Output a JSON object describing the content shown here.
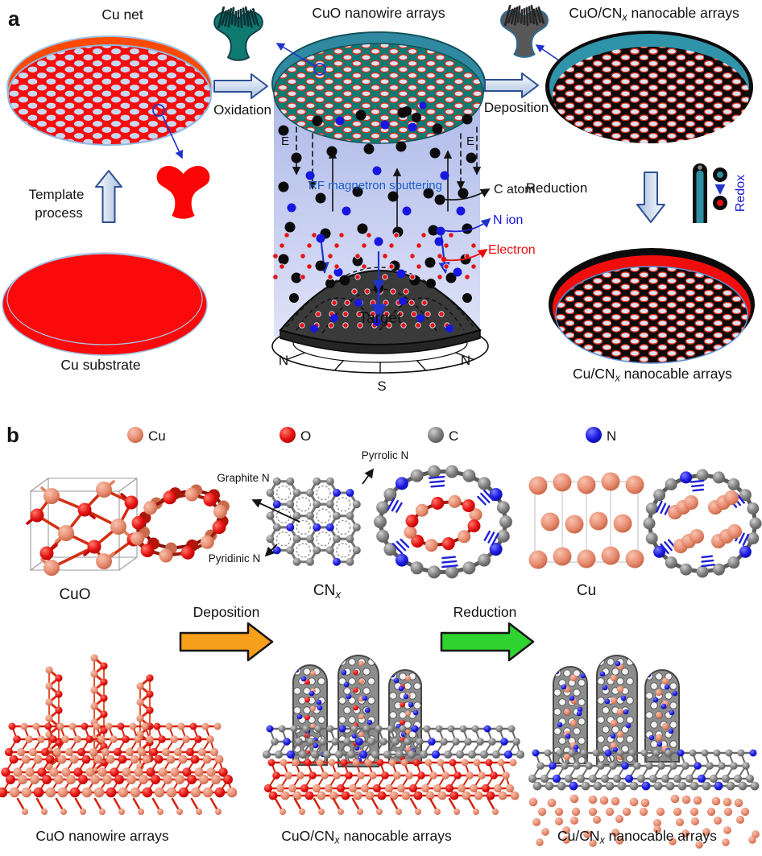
{
  "figure": {
    "panel_a": {
      "label": "a",
      "cu_net_title": "Cu net",
      "template_process_line1": "Template",
      "template_process_line2": "process",
      "cu_substrate_label": "Cu substrate",
      "oxidation_label": "Oxidation",
      "cuo_array_title": "CuO nanowire arrays",
      "deposition_label": "Deposition",
      "cuocnx_title_pre": "CuO/CN",
      "cuocnx_title_sub": "x",
      "cuocnx_title_post": " nanocable arrays",
      "reduction_label": "Reduction",
      "redox_label": "Redox",
      "cucnx_title_pre": "Cu/CN",
      "cucnx_title_sub": "x",
      "cucnx_title_post": " nanocable arrays",
      "chamber": {
        "e_field_left": "E",
        "e_field_right": "E",
        "rf_label": "RF magnetron sputtering",
        "c_atom_label": "C atom",
        "n_ion_label": "N ion",
        "electron_label": "Electron",
        "target_label": "Target",
        "magnet_pole_left": "N",
        "magnet_pole_right": "N",
        "magnet_pole_bottom": "S"
      }
    },
    "panel_b": {
      "label": "b",
      "legend": [
        {
          "symbol": "Cu",
          "color": "#E78B70"
        },
        {
          "symbol": "O",
          "color": "#E51111"
        },
        {
          "symbol": "C",
          "color": "#7D7D7D"
        },
        {
          "symbol": "N",
          "color": "#1A1AE0"
        }
      ],
      "nitrogen_labels": {
        "pyrrolic": "Pyrrolic N",
        "graphite": "Graphite N",
        "pyridinic": "Pyridinic N"
      },
      "structure_labels": {
        "cuo": "CuO",
        "cnx_pre": "CN",
        "cnx_sub": "x",
        "cu": "Cu"
      },
      "deposition_label": "Deposition",
      "reduction_label": "Reduction",
      "array_labels": {
        "left": "CuO nanowire arrays",
        "middle_pre": "CuO/CN",
        "middle_sub": "x",
        "middle_post": " nanocable arrays",
        "right_pre": "Cu/CN",
        "right_sub": "x",
        "right_post": " nanocable arrays"
      }
    },
    "colors": {
      "copper_red": "#F60D0D",
      "cuo_teal": "#0E7A72",
      "carbon_black": "#0A0A0A",
      "chamber_blue": "#C3CCF0",
      "target_gray": "#3A3A3A",
      "deposition_arrow_orange": "#F79E1B",
      "reduction_arrow_green": "#2FD32F",
      "process_arrow_blue": "#A6BEDE",
      "rf_text_blue": "#1C5FC8",
      "n_ion_blue": "#1717E0",
      "electron_red": "#E80E0E"
    }
  }
}
